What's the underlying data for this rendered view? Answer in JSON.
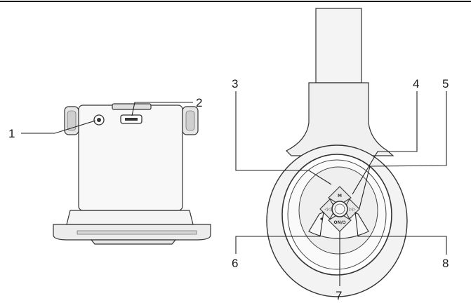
{
  "callouts": [
    "1",
    "2",
    "3",
    "4",
    "5",
    "6",
    "7",
    "8"
  ],
  "buttons": {
    "top": "M",
    "left": "◁◁",
    "right": "▷▷",
    "bottom": "ON/⏻"
  },
  "colors": {
    "stroke": "#333333",
    "cup_fill": "#f2f2f2",
    "inner_fill": "#e4e4e4",
    "background": "#ffffff"
  }
}
